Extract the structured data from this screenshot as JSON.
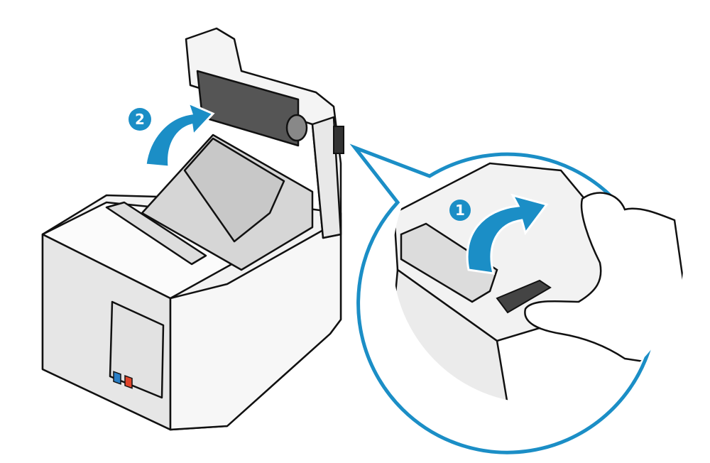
{
  "steps": [
    {
      "number": "1",
      "description_target": "cover-release-lever"
    },
    {
      "number": "2",
      "description_target": "printer-cover"
    }
  ],
  "colors": {
    "accent": "#1b8ec6",
    "body": "#f2f2f2",
    "shade": "#d9d9d9",
    "outline": "#111111",
    "led_blue": "#2a7fc6",
    "led_red": "#e0442a"
  },
  "icons": [
    "arrow-curved-icon",
    "step-badge-icon",
    "hand-icon",
    "magnifier-callout-icon"
  ]
}
